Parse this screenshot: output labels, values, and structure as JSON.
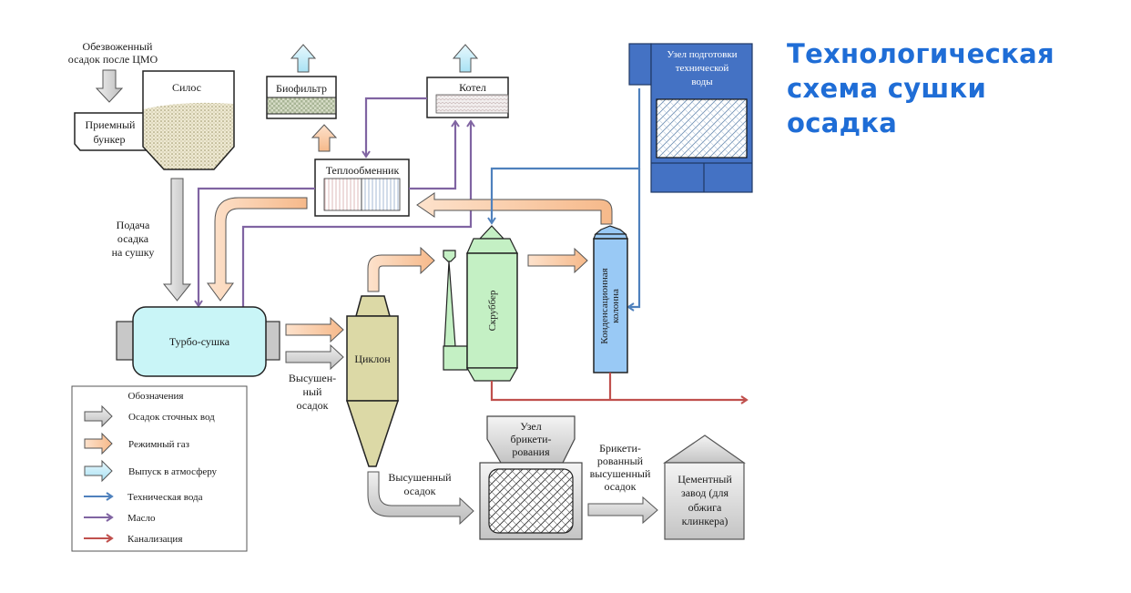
{
  "title": {
    "lines": [
      "Технологическая",
      "схема сушки",
      "осадка"
    ],
    "color": "#1f6dd6"
  },
  "nodes": {
    "input": {
      "lines": [
        "Обезвоженный",
        "осадок после ЦМО"
      ]
    },
    "hopper": {
      "lines": [
        "Приемный",
        "бункер"
      ]
    },
    "silo": {
      "label": "Силос"
    },
    "biofilter": {
      "label": "Биофильтр"
    },
    "boiler": {
      "label": "Котел"
    },
    "heat_exchanger": {
      "label": "Теплообменник"
    },
    "water_unit": {
      "lines": [
        "Узел подготовки",
        "технической",
        "воды"
      ]
    },
    "feed_label": {
      "lines": [
        "Подача",
        "осадка",
        "на сушку"
      ]
    },
    "turbo_dryer": {
      "label": "Турбо-сушка"
    },
    "dried_label_1": {
      "lines": [
        "Высушен-",
        "ный",
        "осадок"
      ]
    },
    "cyclone": {
      "label": "Циклон"
    },
    "scrubber": {
      "label": "Скруббер"
    },
    "condenser": {
      "lines": [
        "Конденсационная",
        "колонна"
      ]
    },
    "dried_label_2": {
      "lines": [
        "Высушенный",
        "осадок"
      ]
    },
    "briquetting": {
      "lines": [
        "Узел",
        "брикети-",
        "рования"
      ]
    },
    "briquetted_label": {
      "lines": [
        "Брикети-",
        "рованный",
        "высушенный",
        "осадок"
      ]
    },
    "cement_plant": {
      "lines": [
        "Цементный",
        "завод (для",
        "обжига",
        "клинкера)"
      ]
    }
  },
  "legend": {
    "title": "Обозначения",
    "items": [
      {
        "label": "Осадок сточных вод",
        "kind": "block-arrow",
        "color": "#c8c8c8"
      },
      {
        "label": "Режимный газ",
        "kind": "block-arrow",
        "color": "#f7c199"
      },
      {
        "label": "Выпуск в атмосферу",
        "kind": "block-arrow",
        "color": "#bfe9f7"
      },
      {
        "label": "Техническая вода",
        "kind": "line-arrow",
        "color": "#4f81bd"
      },
      {
        "label": "Масло",
        "kind": "line-arrow",
        "color": "#8064a2"
      },
      {
        "label": "Канализация",
        "kind": "line-arrow",
        "color": "#c0504d"
      }
    ]
  },
  "colors": {
    "sludge": "#c8c8c8",
    "gas": "#f7c199",
    "atmosphere": "#bfe9f7",
    "water": "#4f81bd",
    "oil": "#8064a2",
    "sewer": "#c0504d",
    "dryer_fill": "#c9f5f7",
    "cyclone_fill": "#dcd9a6",
    "scrubber_fill": "#c4f0c4",
    "condenser_fill": "#99c9f5",
    "water_unit_fill": "#4472c4"
  }
}
